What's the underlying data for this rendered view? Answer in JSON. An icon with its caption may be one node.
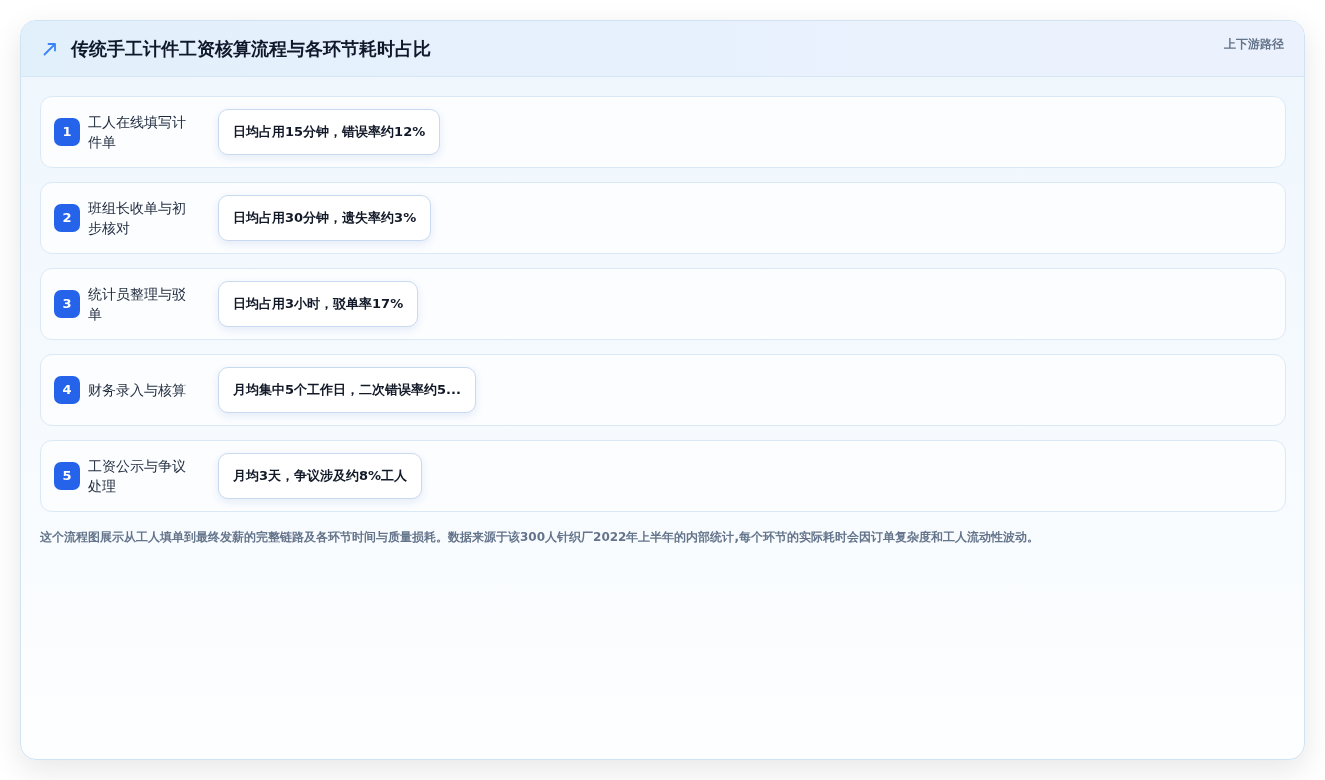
{
  "diagram": {
    "title": "传统手工计件工资核算流程与各环节耗时占比",
    "nodes": [
      {
        "text": [
          "工人在线填写计件单"
        ]
      },
      {
        "text": [
          "1"
        ],
        "in": 0
      },
      {
        "text": [
          "日均占用15分钟，错误率约12%"
        ],
        "in": 0
      },
      {
        "text": [
          "班组长收单与初步核对"
        ]
      },
      {
        "text": [
          "2"
        ],
        "in": 3
      },
      {
        "text": [
          "日均占用30分钟，遗失率约3%"
        ],
        "in": 3
      },
      {
        "text": [
          "统计员整理与驳单"
        ]
      },
      {
        "text": [
          "3"
        ],
        "in": 6
      },
      {
        "text": [
          "日均占用3小时，驳单率17%"
        ],
        "in": 6
      },
      {
        "text": [
          "财务录入与核算"
        ]
      },
      {
        "text": [
          "4"
        ],
        "in": 9
      },
      {
        "text": [
          "月均集中5个工作日，二次错误率约5..."
        ],
        "in": 9
      },
      {
        "text": [
          "工资公示与争议处理"
        ]
      },
      {
        "text": [
          "5"
        ],
        "in": 12
      },
      {
        "text": [
          "月均3天，争议涉及约8%工人"
        ],
        "in": 12
      }
    ],
    "labels": [
      "上下游路径"
    ],
    "caption": "这个流程图展示从工人填单到最终发薪的完整链路及各环节时间与质量损耗。数据来源于该300人针织厂2022年上半年的内部统计,每个环节的实际耗时会因订单复杂度和工人流动性波动。"
  }
}
